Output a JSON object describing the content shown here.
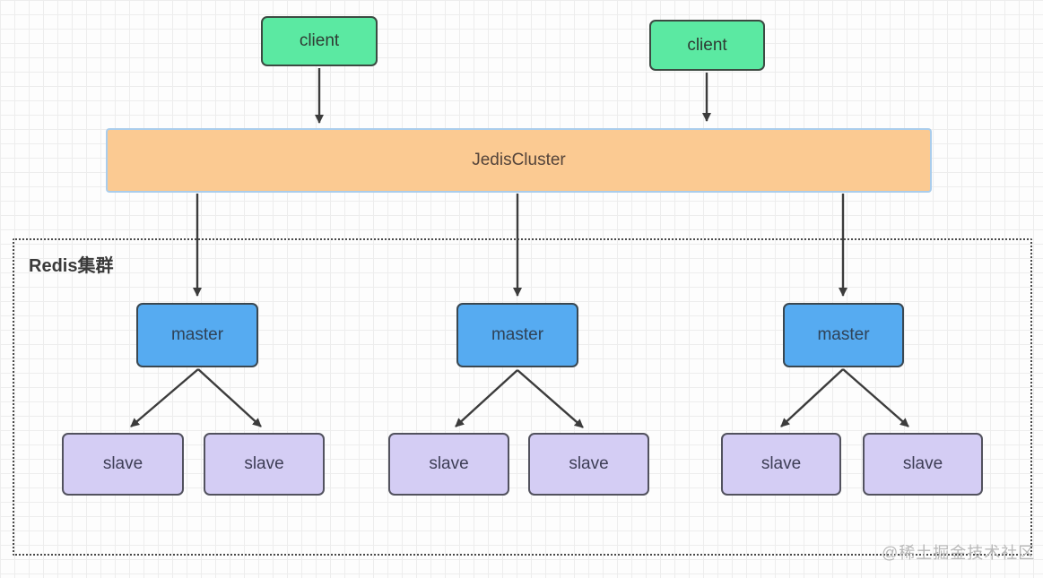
{
  "diagram": {
    "clients": [
      {
        "label": "client"
      },
      {
        "label": "client"
      }
    ],
    "middleware": {
      "label": "JedisCluster"
    },
    "cluster": {
      "label": "Redis集群",
      "masters": [
        {
          "label": "master"
        },
        {
          "label": "master"
        },
        {
          "label": "master"
        }
      ],
      "slaves": [
        {
          "label": "slave"
        },
        {
          "label": "slave"
        },
        {
          "label": "slave"
        },
        {
          "label": "slave"
        },
        {
          "label": "slave"
        },
        {
          "label": "slave"
        }
      ]
    },
    "watermark": "@稀土掘金技术社区",
    "colors": {
      "client_fill": "#5BE9A2",
      "client_border": "#3C4A42",
      "middleware_fill": "#FBCA92",
      "middleware_border": "#AACDEC",
      "master_fill": "#56ABF1",
      "master_border": "#3A4750",
      "slave_fill": "#D4CDF4",
      "slave_border": "#52525E",
      "arrow": "#3C3C3C",
      "cluster_border": "#4A4A4A",
      "watermark_text": "#B8B8B8"
    }
  }
}
